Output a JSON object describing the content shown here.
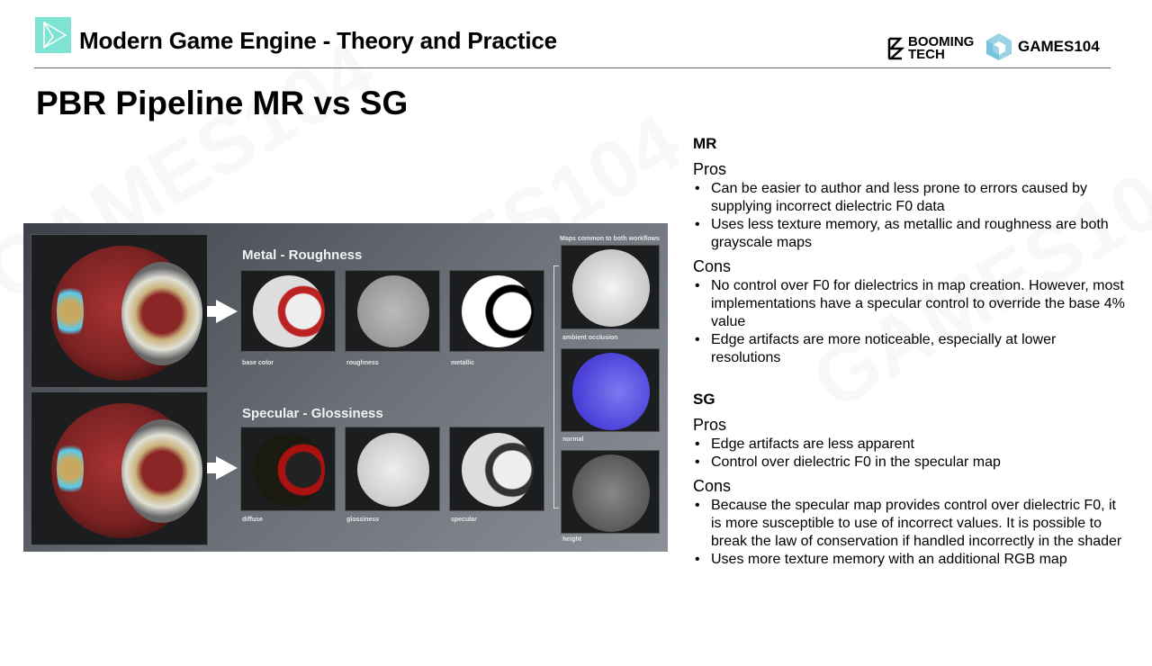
{
  "header": {
    "title": "Modern Game Engine - Theory and Practice",
    "brand1_line1": "BOOMING",
    "brand1_line2": "TECH",
    "brand2": "GAMES104"
  },
  "slide_title": "PBR Pipeline MR vs SG",
  "figure": {
    "mr_title": "Metal - Roughness",
    "sg_title": "Specular - Glossiness",
    "common_title": "Maps common to both workflows",
    "mr_maps": [
      "base color",
      "roughness",
      "metallic"
    ],
    "sg_maps": [
      "diffuse",
      "glossiness",
      "specular"
    ],
    "common_maps": [
      "ambient occlusion",
      "normal",
      "height"
    ]
  },
  "mr": {
    "heading": "MR",
    "pros_label": "Pros",
    "pros": [
      "Can be easier to author and less prone to errors caused by supplying incorrect dielectric F0 data",
      "Uses less texture memory, as metallic and roughness are both grayscale maps"
    ],
    "cons_label": "Cons",
    "cons": [
      "No control over F0 for dielectrics in map creation. However, most implementations have a specular control to override the base 4% value",
      "Edge artifacts are more noticeable, especially at lower resolutions"
    ]
  },
  "sg": {
    "heading": "SG",
    "pros_label": "Pros",
    "pros": [
      "Edge artifacts are less apparent",
      "Control over dielectric F0 in the specular map"
    ],
    "cons_label": "Cons",
    "cons": [
      "Because the specular map provides control over dielectric F0, it is more susceptible to use of incorrect values. It is possible to break the law of conservation if handled incorrectly in the shader",
      "Uses more texture memory with an additional RGB map"
    ]
  },
  "colors": {
    "accent": "#7fe3d4"
  }
}
